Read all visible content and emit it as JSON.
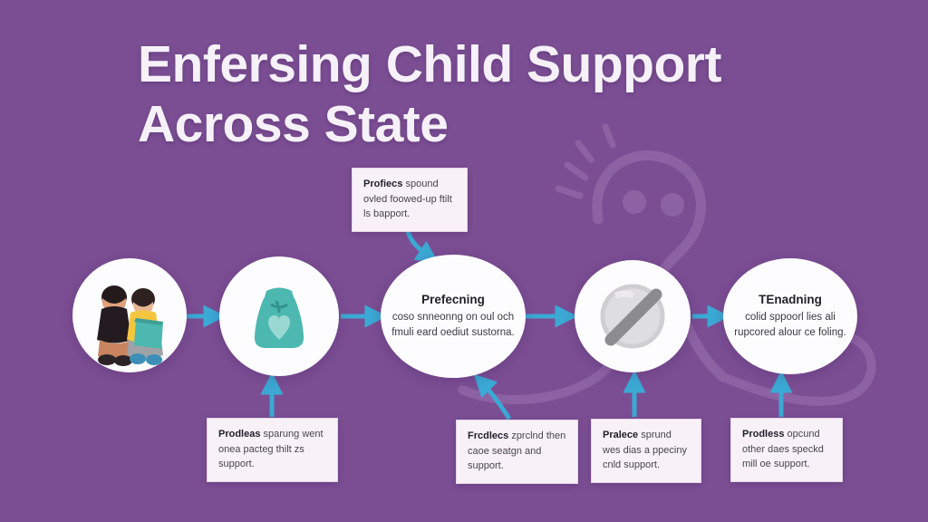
{
  "theme": {
    "background_color": "#7b4e94",
    "title_color": "#f6f1f8",
    "node_fill": "#fdfcfe",
    "callout_fill": "#f8f1f8",
    "arrow_color": "#3ba9d4",
    "accent_teal": "#4cb8b0",
    "decoration_color": "#8d62a3"
  },
  "title": {
    "line1": "Enfersing Child Support",
    "line2": "Across State"
  },
  "nodes": [
    {
      "id": "node-1",
      "kind": "illustration",
      "icon": "two-children-reading-book-icon",
      "heading": "",
      "body": ""
    },
    {
      "id": "node-2",
      "kind": "illustration",
      "icon": "teal-bag-with-heart-icon",
      "heading": "",
      "body": ""
    },
    {
      "id": "node-3",
      "kind": "text",
      "icon": "",
      "heading": "Prefecning",
      "body": "coso snneonng on oul och fmuli eard oediut sustorna."
    },
    {
      "id": "node-4",
      "kind": "illustration",
      "icon": "prohibited-no-symbol-icon",
      "heading": "",
      "body": ""
    },
    {
      "id": "node-5",
      "kind": "text",
      "icon": "",
      "heading": "TEnadning",
      "body": "colid sppoorl lies ali rupcored alour ce foling."
    }
  ],
  "callouts": [
    {
      "id": "callout-top",
      "position": "top",
      "lead": "Profiecs",
      "text": "spound ovled foowed-up ftilt ls bapport."
    },
    {
      "id": "callout-bottom-1",
      "position": "bottom",
      "lead": "Prodleas",
      "text": "sparung went onea pacteg thilt zs support."
    },
    {
      "id": "callout-bottom-2",
      "position": "bottom",
      "lead": "Frcdlecs",
      "text": "zprclnd then caoe seatgn and support."
    },
    {
      "id": "callout-bottom-3",
      "position": "bottom",
      "lead": "Pralece",
      "text": "sprund wes dias a ppeciny cnld support."
    },
    {
      "id": "callout-bottom-4",
      "position": "bottom",
      "lead": "Prodless",
      "text": "opcund other daes speckd mill oe support."
    }
  ],
  "connectors": [
    {
      "id": "flow-1-2",
      "from": "node-1",
      "to": "node-2",
      "style": "straight-right"
    },
    {
      "id": "flow-2-3",
      "from": "node-2",
      "to": "node-3",
      "style": "straight-right"
    },
    {
      "id": "flow-3-4",
      "from": "node-3",
      "to": "node-4",
      "style": "straight-right"
    },
    {
      "id": "flow-4-5",
      "from": "node-4",
      "to": "node-5",
      "style": "straight-right"
    },
    {
      "id": "flow-top-3",
      "from": "callout-top",
      "to": "node-3",
      "style": "curved-down"
    },
    {
      "id": "flow-cb1-2",
      "from": "callout-bottom-1",
      "to": "node-2",
      "style": "straight-up"
    },
    {
      "id": "flow-cb2-3",
      "from": "callout-bottom-2",
      "to": "node-3",
      "style": "diagonal-up"
    },
    {
      "id": "flow-cb3-4",
      "from": "callout-bottom-3",
      "to": "node-4",
      "style": "straight-up"
    },
    {
      "id": "flow-cb4-5",
      "from": "callout-bottom-4",
      "to": "node-5",
      "style": "straight-up"
    }
  ],
  "decoration": {
    "icon": "lightbulb-face-line-art-icon",
    "description": "large faint line-art bulb-and-face flourish behind the fourth node"
  }
}
